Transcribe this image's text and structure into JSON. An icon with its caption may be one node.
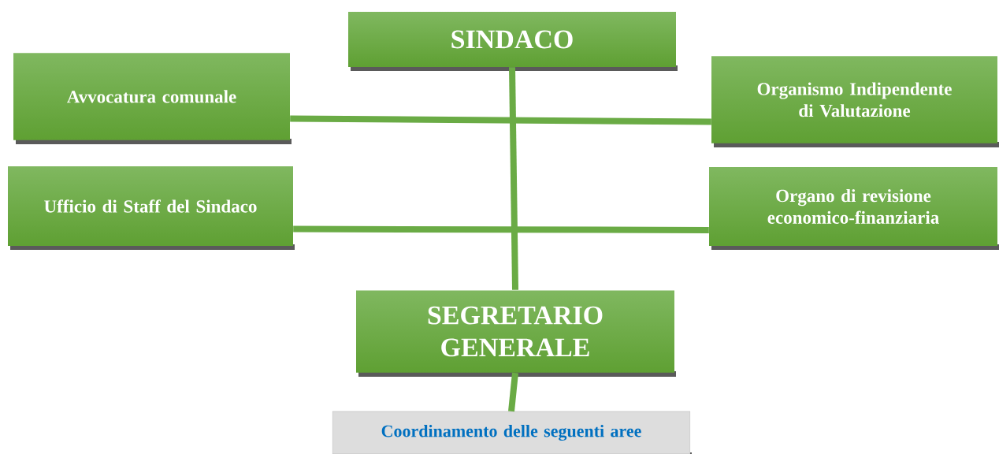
{
  "diagram": {
    "nodes": [
      {
        "text": [
          "SINDACO"
        ]
      },
      {
        "text": [
          "Avvocatura comunale"
        ]
      },
      {
        "text": [
          "Organismo Indipendente di Valutazione"
        ]
      },
      {
        "text": [
          "Ufficio di Staff del Sindaco"
        ]
      },
      {
        "text": [
          "Organo di revisione economico-finanziaria"
        ]
      },
      {
        "text": [
          "SEGRETARIO GENERALE"
        ]
      },
      {
        "text": [
          "Coordinamento delle seguenti aree"
        ]
      }
    ],
    "edges": [
      {
        "from": 0,
        "to": 5,
        "arrow": "none"
      },
      {
        "from": 1,
        "to": 2,
        "arrow": "none"
      },
      {
        "from": 3,
        "to": 4,
        "arrow": "none"
      },
      {
        "from": 5,
        "to": 6,
        "arrow": "none"
      }
    ]
  }
}
